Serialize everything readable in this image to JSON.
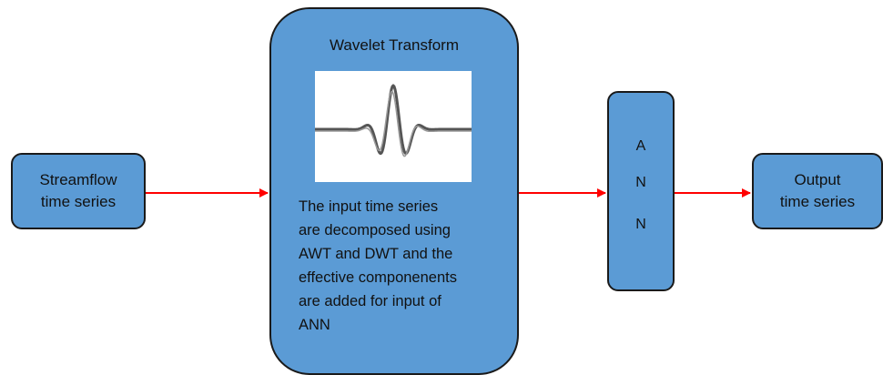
{
  "input_box": {
    "line1": "Streamflow",
    "line2": "time series"
  },
  "wavelet_box": {
    "title": "Wavelet Transform",
    "image_icon": "wavelet-waveform",
    "lines": [
      "The input time series",
      "are decomposed using",
      "AWT and DWT and the",
      "effective componenents",
      "are added for input of",
      "ANN"
    ]
  },
  "ann_box": {
    "letters": [
      "A",
      "N",
      "N"
    ]
  },
  "output_box": {
    "line1": "Output",
    "line2": "time series"
  },
  "colors": {
    "box_fill": "#5b9bd5",
    "box_border": "#1a1a1a",
    "arrow": "#ff0000"
  }
}
